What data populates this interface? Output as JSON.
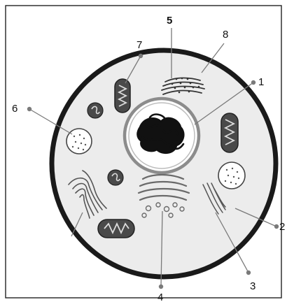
{
  "diagram": {
    "labels": {
      "l1": "1",
      "l2": "2",
      "l3": "3",
      "l4": "4",
      "l5": "5",
      "l6": "6",
      "l7": "7",
      "l8": "8"
    },
    "colors": {
      "membrane": "#1a1a1a",
      "cytoplasm": "#ececec",
      "nucleus_fill": "#ffffff",
      "nuclear_envelope": "#8c8c8c",
      "organelle_dark": "#4a4a4a",
      "leader": "#7a7a7a"
    }
  }
}
